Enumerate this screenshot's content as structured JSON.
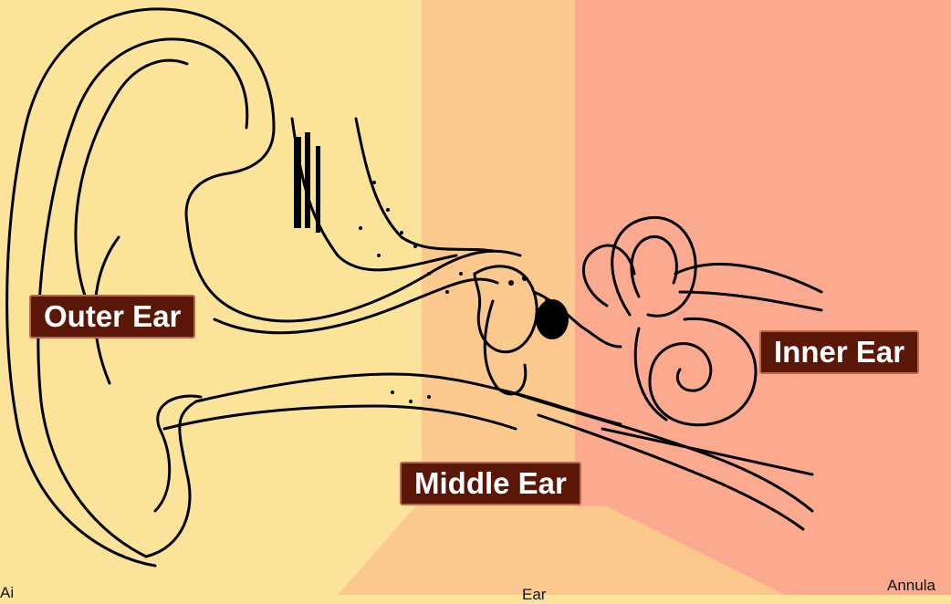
{
  "diagram": {
    "labels": {
      "outer": "Outer Ear",
      "middle": "Middle Ear",
      "inner": "Inner Ear"
    },
    "partial_labels": {
      "left": "Ai",
      "center": "Ear",
      "right": "Annula"
    },
    "colors": {
      "outer_region": "#fce39a",
      "middle_region": "#fbc88e",
      "inner_region": "#fbaa8f",
      "label_background": "#5a1606",
      "label_text": "#ffffff",
      "ink": "#000000"
    }
  }
}
